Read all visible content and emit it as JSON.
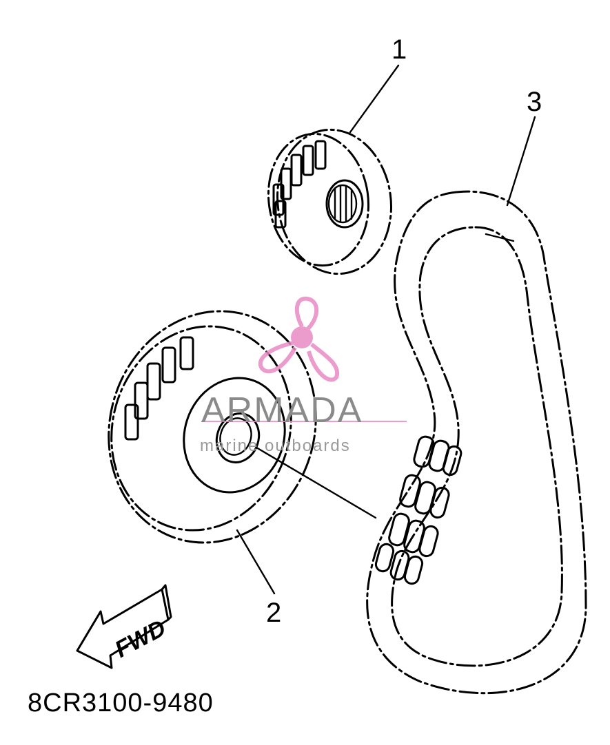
{
  "callouts": {
    "part1": "1",
    "part2": "2",
    "part3": "3"
  },
  "fwd_label": "FWD",
  "part_number": "8CR3100-9480",
  "watermark": {
    "title": "ARMADA",
    "subtitle": "marine outboards",
    "accent_color": "#e88bc4"
  }
}
